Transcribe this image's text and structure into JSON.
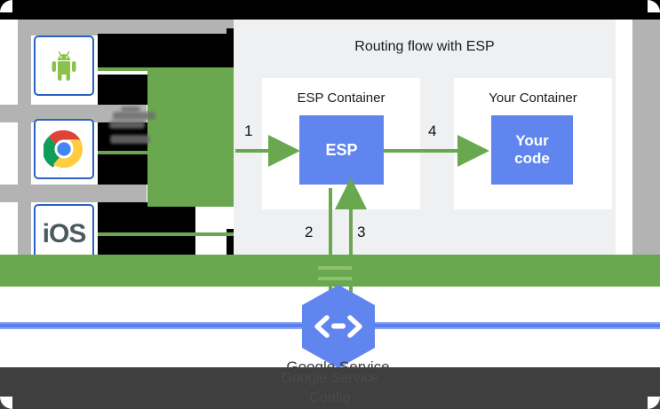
{
  "diagram": {
    "title": "Routing flow with ESP",
    "containers": [
      {
        "label": "ESP Container",
        "box_label": "ESP"
      },
      {
        "label": "Your Container",
        "box_label": "Your\ncode"
      }
    ],
    "box_labels": {
      "esp": "ESP",
      "your_code_line1": "Your",
      "your_code_line2": "code"
    },
    "steps": [
      "1",
      "2",
      "3",
      "4"
    ],
    "colors": {
      "panel_bg": "#eef0f2",
      "container_bg": "#ffffff",
      "box_blue": "#6185ee",
      "arrow_green": "#6aa84f",
      "band_green": "#6aa84f",
      "rule_blue": "#5b7fe8",
      "grey_band": "#b3b3b3",
      "occlusion_black": "#000000",
      "overlay_dark": "#3f3f3f",
      "icon_border_blue": "#2a62c4"
    }
  },
  "clients": [
    {
      "name": "Android",
      "icon": "android-icon"
    },
    {
      "name": "Chrome",
      "icon": "chrome-icon"
    },
    {
      "name": "iOS",
      "icon": "ios-icon",
      "text": "iOS"
    }
  ],
  "service": {
    "icon": "code-brackets-hexagon-icon",
    "label": "Google Service"
  },
  "overlay": {
    "line1": "Google Service",
    "line2": "Config"
  }
}
